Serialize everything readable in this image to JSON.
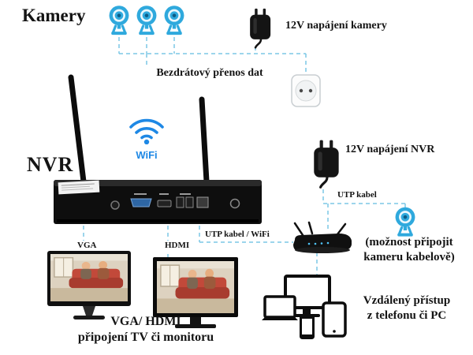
{
  "labels": {
    "cameras": "Kamery",
    "camera_power": "12V napájení kamery",
    "wireless_transfer": "Bezdrátový přenos dat",
    "nvr": "NVR",
    "wifi": "WiFi",
    "nvr_power": "12V napájení NVR",
    "utp_cable": "UTP kabel",
    "utp_cable_wifi": "UTP kabel / WiFi",
    "wired_camera_option": "(možnost připojit\nkameru kabelově)",
    "vga": "VGA",
    "hdmi": "HDMI",
    "tv_connection": "VGA/ HDMI\npřipojení TV či monitoru",
    "remote_access": "Vzdálený přístup\nz telefonu či PC"
  },
  "icons": {
    "camera": "wireless-camera-icon",
    "power_adapter": "power-adapter-icon",
    "wall_socket": "wall-socket-icon",
    "wifi": "wifi-icon",
    "nvr": "nvr-device-icon",
    "router": "router-icon",
    "monitor": "monitor-icon",
    "tv": "tv-icon",
    "remote_devices": "remote-devices-icon"
  },
  "colors": {
    "camera_blue": "#2fa9dd",
    "line_blue": "#7cc7e6",
    "wifi_blue": "#1e88e5",
    "text": "#141414"
  }
}
